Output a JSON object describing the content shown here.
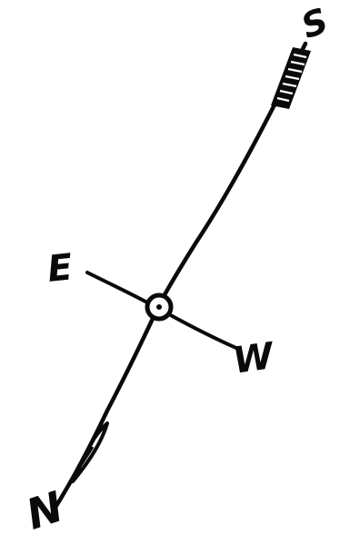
{
  "compass": {
    "labels": {
      "north": "N",
      "south": "S",
      "east": "E",
      "west": "W"
    },
    "ink_color": "#0a0a0a",
    "background_color": "#ffffff"
  }
}
